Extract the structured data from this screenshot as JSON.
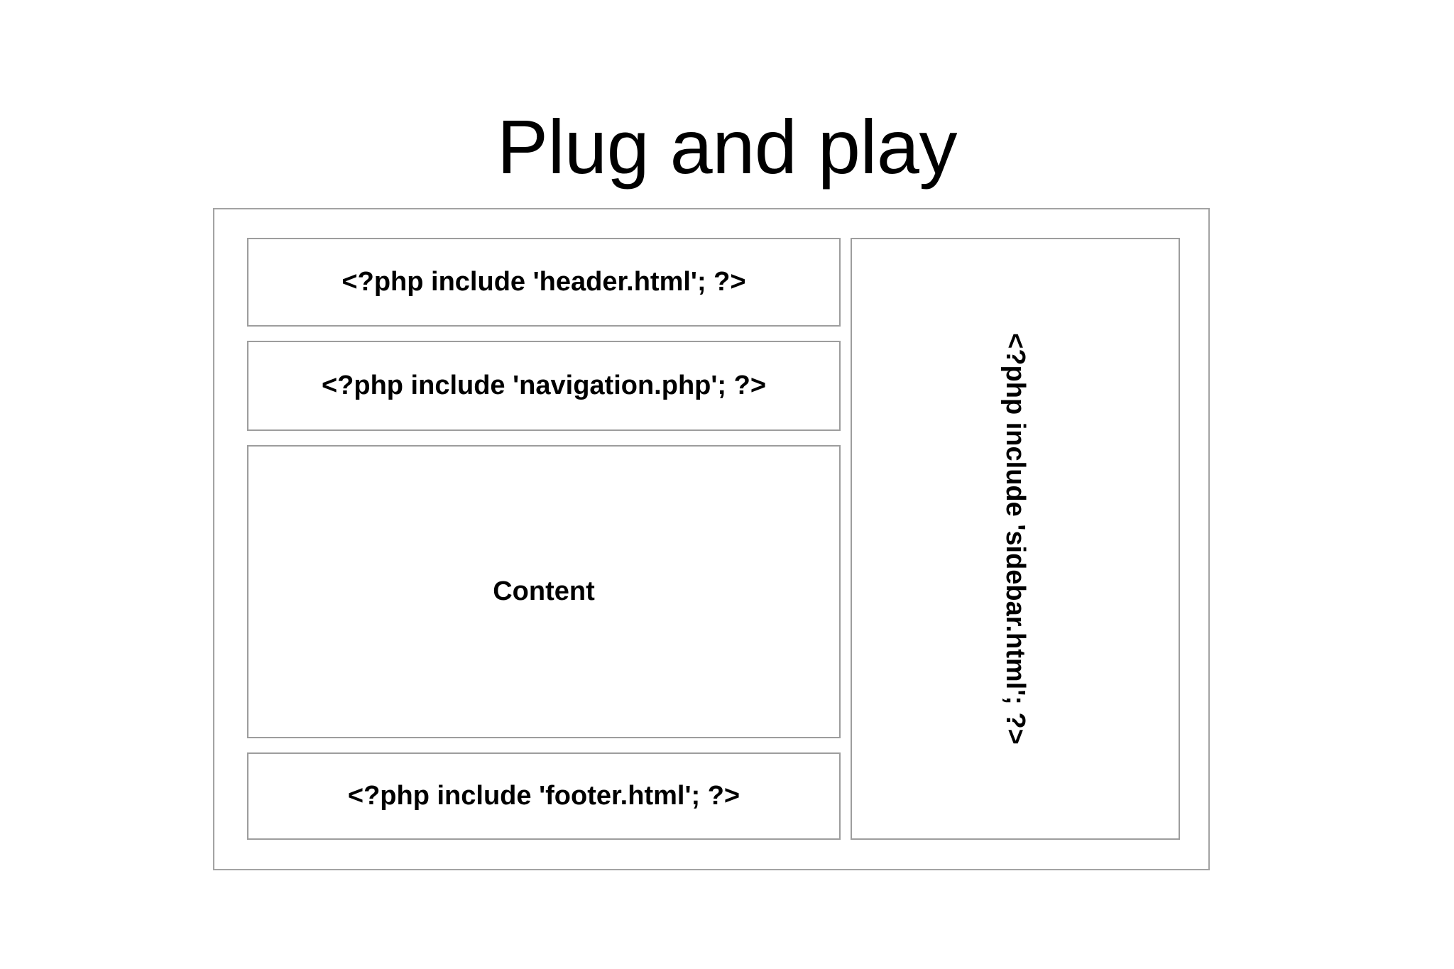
{
  "slide": {
    "title": "Plug and play",
    "accent_color": "#000000",
    "background_color": "#ffffff",
    "border_color": "#9d9d9d"
  },
  "diagram": {
    "name": "php-include-page-layout",
    "outer_frame_label": "",
    "main_column": {
      "regions": [
        {
          "key": "header",
          "label": "<?php include 'header.html'; ?>"
        },
        {
          "key": "navigation",
          "label": "<?php include 'navigation.php'; ?>"
        },
        {
          "key": "content",
          "label": "Content"
        },
        {
          "key": "footer",
          "label": "<?php include 'footer.html'; ?>"
        }
      ]
    },
    "sidebar_column": {
      "region": {
        "key": "sidebar",
        "label": "<?php include 'sidebar.html'; ?>",
        "orientation": "vertical-90deg"
      }
    }
  }
}
